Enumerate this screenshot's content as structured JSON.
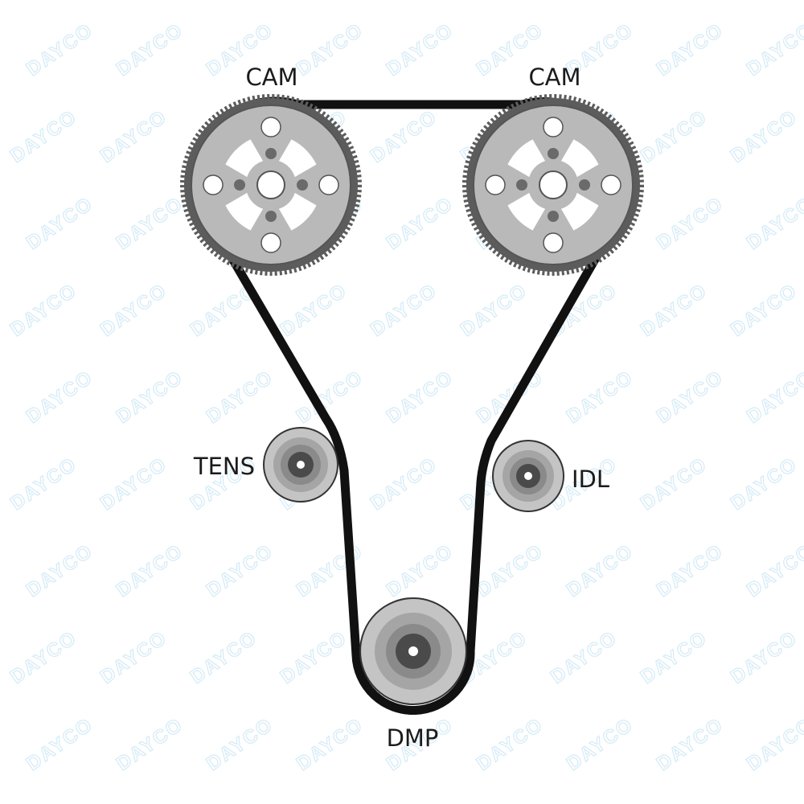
{
  "watermark": {
    "text": "DAYCO",
    "color": "#d7ecf7"
  },
  "colors": {
    "belt": "#111111",
    "sprocket_face": "#b9b9b9",
    "sprocket_teeth": "#5c5c5c",
    "pulley_outer": "#c4c4c4",
    "pulley_ring": "#8a8a8a",
    "pulley_core": "#4a4a4a",
    "label": "#1b1b1b"
  },
  "components": [
    {
      "id": "cam-left",
      "label": "CAM",
      "kind": "sprocket"
    },
    {
      "id": "cam-right",
      "label": "CAM",
      "kind": "sprocket"
    },
    {
      "id": "tensioner",
      "label": "TENS",
      "kind": "pulley"
    },
    {
      "id": "idler",
      "label": "IDL",
      "kind": "pulley"
    },
    {
      "id": "damper",
      "label": "DMP",
      "kind": "pulley"
    }
  ]
}
